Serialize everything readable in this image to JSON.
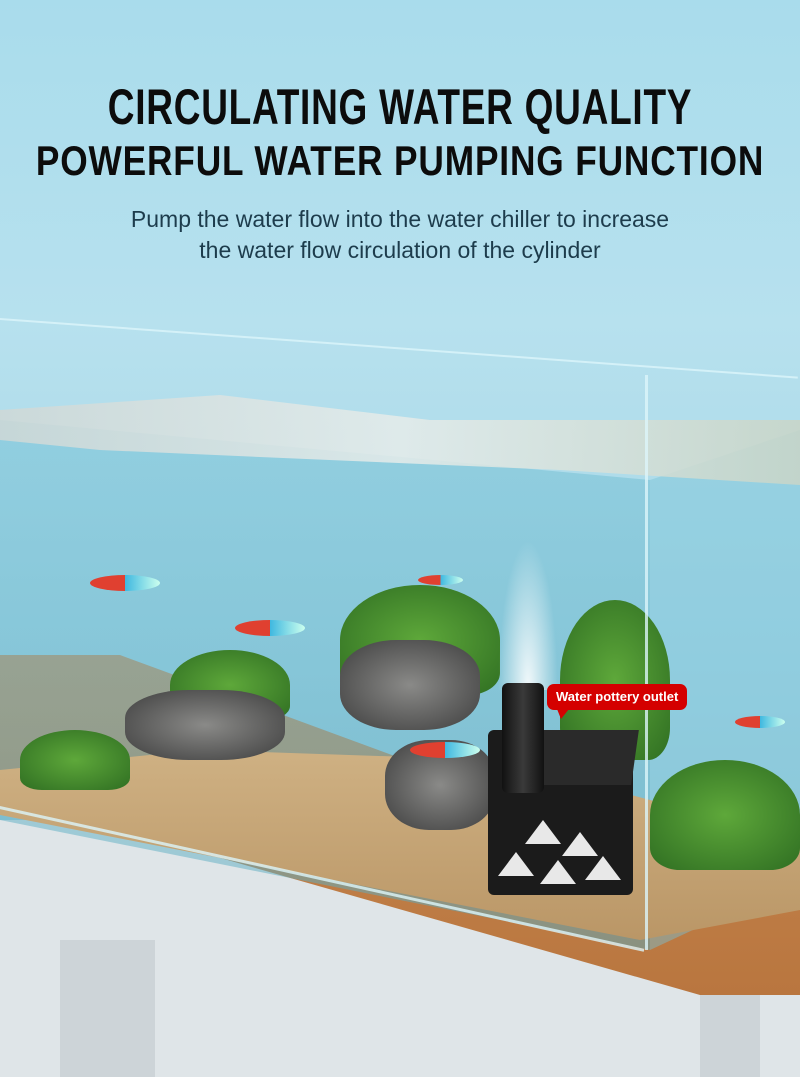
{
  "headline": {
    "line1": "CIRCULATING WATER QUALITY",
    "line2": "POWERFUL WATER PUMPING FUNCTION"
  },
  "subtitle": {
    "line1": "Pump the water flow into the water chiller to increase",
    "line2": "the water flow circulation of the cylinder"
  },
  "callout": {
    "label": "Water pottery outlet",
    "color": "#d40000"
  }
}
